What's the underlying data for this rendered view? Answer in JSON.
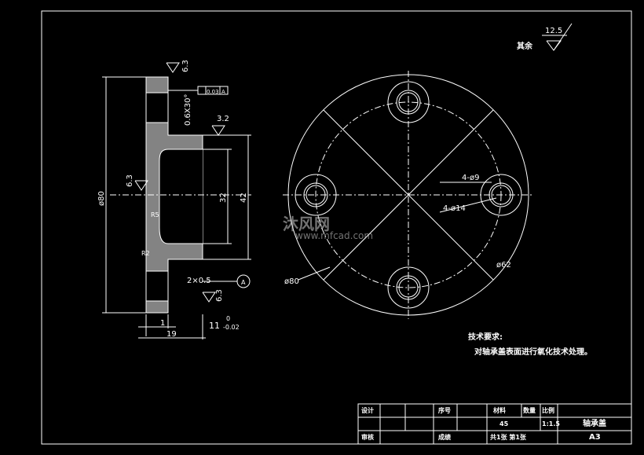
{
  "roughness_general": {
    "value": "12.5",
    "label": "其余"
  },
  "section_view": {
    "roughness_top": "6.3",
    "flatness_callout": "0.03",
    "datum_ref": "A",
    "chamfer": "0.6X30°",
    "roughness_bore": "3.2",
    "roughness_left": "6.3",
    "roughness_right": "6.3",
    "dim_outer_dia": "ø80",
    "dim_bore": "32",
    "dim_counterbore": "42",
    "dim_rad": "R5",
    "dim_wall": "R2",
    "dim_chamfer": "2×0.5",
    "datum_label": "A",
    "dim_flange_base": "11",
    "dim_flange_tol_upper": "0",
    "dim_flange_tol_lower": "-0.02",
    "dim_step": "1",
    "dim_length": "19"
  },
  "plan_view": {
    "hole_dia": "4-ø9",
    "counterbore_dia": "4-ø14",
    "pcd": "ø62",
    "outer_dia": "ø80"
  },
  "tech_req": {
    "title": "技术要求:",
    "line1": "对轴承盖表面进行氧化技术处理。"
  },
  "title_block": {
    "designer": "设计",
    "reviewer": "审核",
    "seq": "序号",
    "signature": "成绩",
    "material_label": "材料",
    "material": "45",
    "qty_label": "数量",
    "scale_label": "比例",
    "scale": "1:1.5",
    "sheet_info": "共1张  第1张",
    "part_name": "轴承盖",
    "paper": "A3"
  },
  "watermark": {
    "text": "沐风网",
    "url": "www.mfcad.com"
  }
}
